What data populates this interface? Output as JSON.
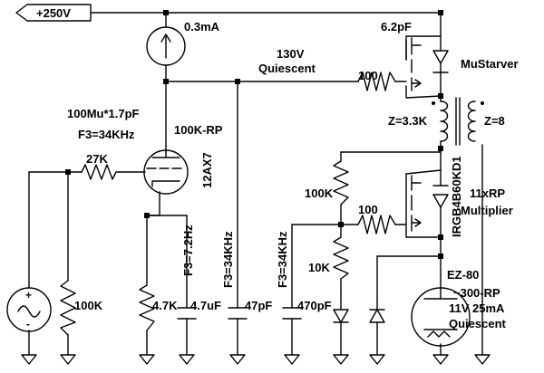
{
  "labels": {
    "supply": "+250V",
    "current_source": "0.3mA",
    "quiescent_voltage": "130V",
    "quiescent": "Quiescent",
    "cap_6p2": "6.2pF",
    "r_100_top": "100",
    "r_100_mid": "100",
    "mustarver": "MuStarver",
    "mu_info": "100Mu*1.7pF",
    "f3_top": "F3=34KHz",
    "rp": "100K-RP",
    "z_primary": "Z=3.3K",
    "z_secondary": "Z=8",
    "r_27k": "27K",
    "tube": "12AX7",
    "igbt": "IRGB4B60KD1",
    "r_100k_right": "100K",
    "xrp": "11xRP",
    "multiplier": "Multiplier",
    "f3_7hz": "F3=7.2Hz",
    "f3_34k_a": "F3=34KHz",
    "f3_34k_b": "F3=34KHz",
    "r_10k": "10K",
    "ez80": "EZ-80",
    "ez80_rp": "~300-RP",
    "ez80_cond": "11V 25mA",
    "ez80_q": "Quiescent",
    "r_100k_in": "100K",
    "r_4k7": "4.7K",
    "c_4u7": "4.7uF",
    "c_47p": "47pF",
    "c_470p": "470pF"
  }
}
